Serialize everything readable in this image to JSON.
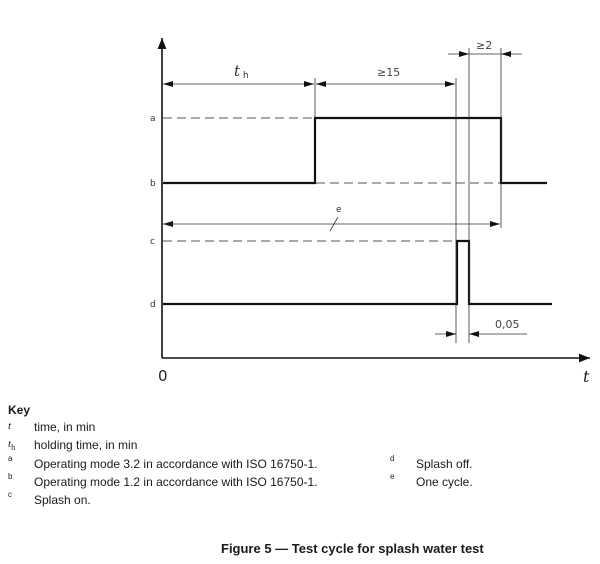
{
  "figure": {
    "caption": "Figure 5 — Test cycle for splash water test",
    "axes": {
      "origin_label": "0",
      "x_label": "t"
    },
    "level_labels": {
      "a": "a",
      "b": "b",
      "c": "c",
      "d": "d"
    },
    "dimensions": {
      "holding_time": "t",
      "holding_time_sub": "h",
      "min_duration": "≥15",
      "min_tail": "≥2",
      "pulse_width": "0,05",
      "cycle": "e"
    }
  },
  "key": {
    "title": "Key",
    "items": [
      {
        "symbol": "t",
        "sub": "",
        "text": "time, in min"
      },
      {
        "symbol": "t",
        "sub": "h",
        "text": "holding time, in min"
      },
      {
        "symbol": "a",
        "text": "Operating mode 3.2 in accordance with ISO 16750-1."
      },
      {
        "symbol": "b",
        "text": "Operating mode 1.2 in accordance with ISO 16750-1."
      },
      {
        "symbol": "c",
        "text": "Splash on."
      },
      {
        "symbol": "d",
        "text": "Splash off."
      },
      {
        "symbol": "e",
        "text": "One cycle."
      }
    ]
  }
}
